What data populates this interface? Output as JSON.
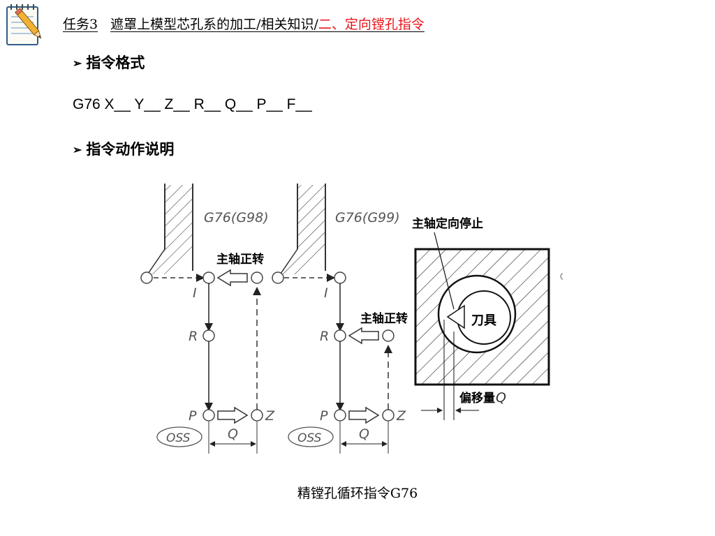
{
  "header": {
    "part1": "任务3",
    "part2": "遮罩上模型芯孔系的加工/相关知识/",
    "part3_highlight": "二、定向镗孔指令"
  },
  "sections": {
    "format_title": "指令格式",
    "action_title": "指令动作说明"
  },
  "syntax": "G76 X__ Y__ Z__ R__ Q__ P__ F__",
  "figure": {
    "left_mode": "G76(G98)",
    "right_mode": "G76(G99)",
    "spindle_forward_left": "主轴正转",
    "spindle_forward_right": "主轴正转",
    "spindle_orient_stop": "主轴定向停止",
    "tool": "刀具",
    "offset": "偏移量",
    "offset_symbol": "Q",
    "label_I": "I",
    "label_R": "R",
    "label_P": "P",
    "label_Z": "Z",
    "label_Q": "Q",
    "oss": "OSS"
  },
  "caption": "精镗孔循环指令G76",
  "icons": [
    "notebook-pencil-icon",
    "triangle-bullet-icon"
  ]
}
